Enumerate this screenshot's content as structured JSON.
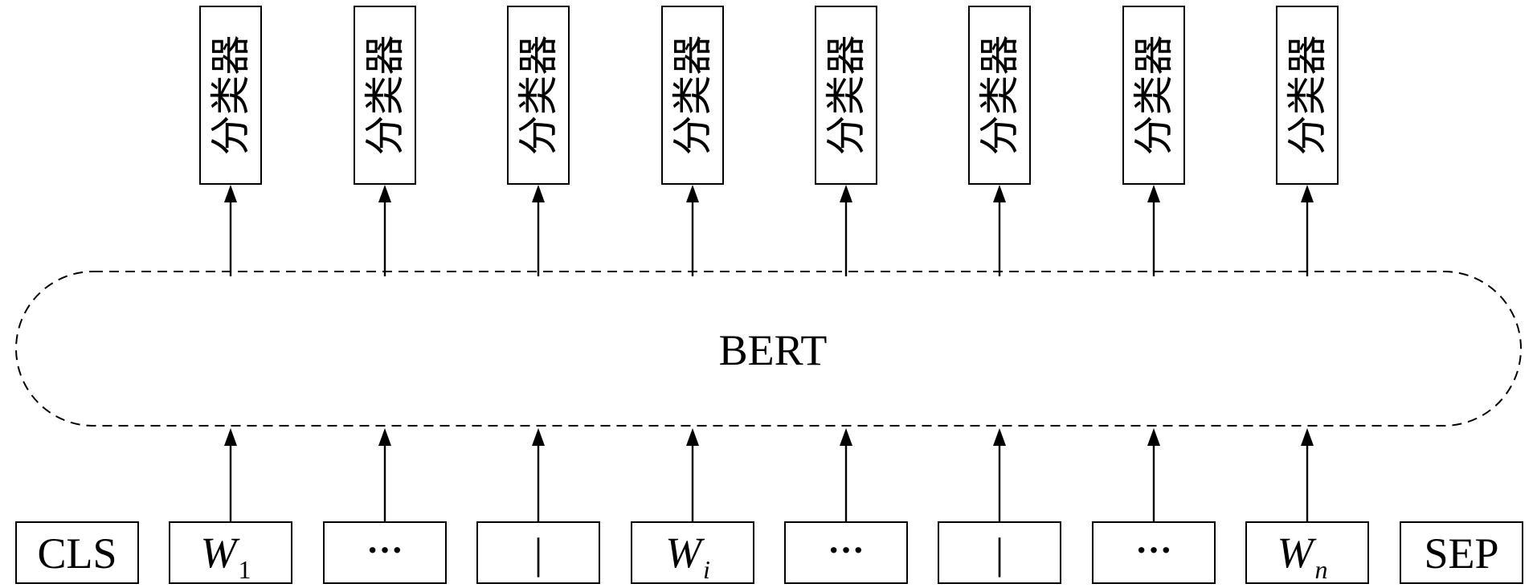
{
  "bert": {
    "label": "BERT"
  },
  "classifier_label": "分类器",
  "tokens": [
    {
      "main": "CLS",
      "sub": "",
      "kind": "text"
    },
    {
      "main": "W",
      "sub": "1",
      "kind": "word"
    },
    {
      "main": "···",
      "sub": "",
      "kind": "ellipsis"
    },
    {
      "main": "|",
      "sub": "",
      "kind": "text"
    },
    {
      "main": "W",
      "sub": "i",
      "kind": "word-italic-sub"
    },
    {
      "main": "···",
      "sub": "",
      "kind": "ellipsis"
    },
    {
      "main": "|",
      "sub": "",
      "kind": "text"
    },
    {
      "main": "···",
      "sub": "",
      "kind": "ellipsis"
    },
    {
      "main": "W",
      "sub": "n",
      "kind": "word-italic-sub"
    },
    {
      "main": "SEP",
      "sub": "",
      "kind": "text"
    }
  ]
}
